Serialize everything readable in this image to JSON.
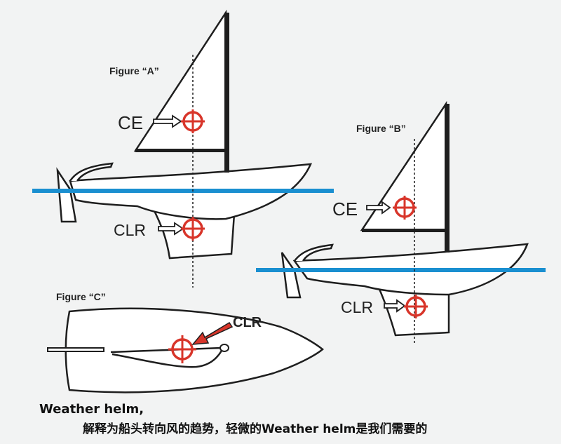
{
  "figures": {
    "a": {
      "title": "Figure “A”",
      "ce": "CE",
      "clr": "CLR"
    },
    "b": {
      "title": "Figure “B”",
      "ce": "CE",
      "clr": "CLR"
    },
    "c": {
      "title": "Figure “C”",
      "clr": "CLR"
    }
  },
  "caption": {
    "line1": "Weather helm,",
    "line2": "解释为船头转向风的趋势，轻微的Weather helm是我们需要的"
  },
  "colors": {
    "waterline": "#1a8fd0",
    "target": "#d8352a",
    "arrow": "#d8352a",
    "outline": "#1e1e1e"
  }
}
